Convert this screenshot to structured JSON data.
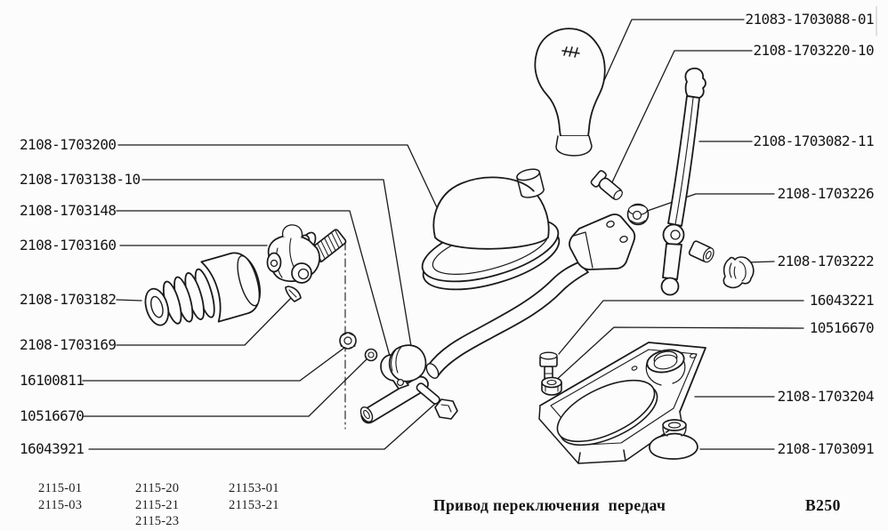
{
  "diagram": {
    "caption": "Привод переключения  передач",
    "sheet_code": "В250",
    "left_labels": [
      "2108-1703200",
      "2108-1703138-10",
      "2108-1703148",
      "2108-1703160",
      "2108-1703182",
      "2108-1703169",
      "16100811",
      "10516670",
      "16043921"
    ],
    "right_labels": [
      "21083-1703088-01",
      "2108-1703220-10",
      "2108-1703082-11",
      "2108-1703226",
      "2108-1703222",
      "16043221",
      "10516670",
      "2108-1703204",
      "2108-1703091"
    ],
    "applicability": {
      "columns": [
        [
          "2115-01",
          "2115-03"
        ],
        [
          "2115-20",
          "2115-21",
          "2115-23"
        ],
        [
          "21153-01",
          "21153-21"
        ]
      ]
    }
  }
}
